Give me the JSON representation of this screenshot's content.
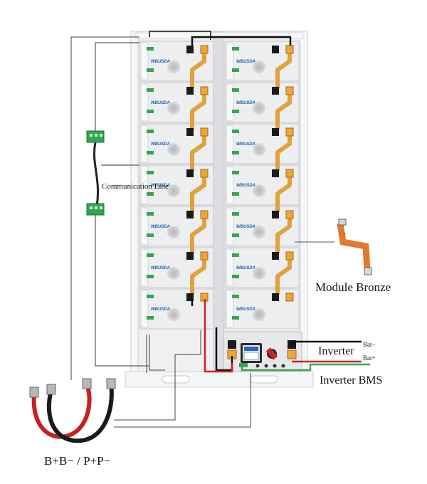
{
  "labels": {
    "communication_line": "Communication Line",
    "module_bronze": "Module Bronze",
    "inverter": "Inverter",
    "bat_minus": "Bat−",
    "bat_plus": "Bat+",
    "inverter_bms": "Inverter BMS",
    "cable_label": "B+B− / P+P−"
  },
  "module_brand": "WBUSDA",
  "module_count": 14,
  "colors": {
    "rack": "#e9eaec",
    "module": "#eceef0",
    "busbar": "#e2a13a",
    "terminal_orange": "#f0a636",
    "terminal_black": "#1b1b1b",
    "connector_green": "#2fa84f",
    "wire_black": "#111111",
    "wire_red": "#d42020",
    "wire_green": "#3aa64a",
    "wire_gray": "#555555",
    "brand_blue": "#1d5fb0"
  }
}
